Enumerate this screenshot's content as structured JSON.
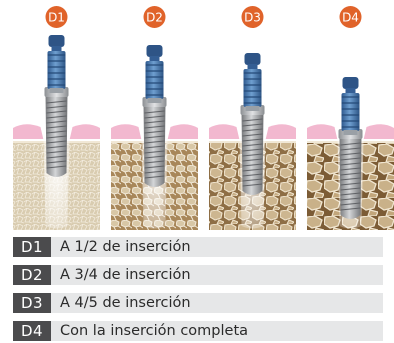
{
  "stages": [
    {
      "badge": "D1",
      "fraction": 0.5,
      "bone": "cortical-fine"
    },
    {
      "badge": "D2",
      "fraction": 0.75,
      "bone": "cancellous-medium"
    },
    {
      "badge": "D3",
      "fraction": 0.8,
      "bone": "cancellous-coarse"
    },
    {
      "badge": "D4",
      "fraction": 1.0,
      "bone": "cancellous-open"
    }
  ],
  "legend": [
    {
      "tag": "D1",
      "text": "A 1/2 de inserción"
    },
    {
      "tag": "D2",
      "text": "A 3/4 de inserción"
    },
    {
      "tag": "D3",
      "text": "A 4/5 de inserción"
    },
    {
      "tag": "D4",
      "text": "Con la inserción completa"
    }
  ],
  "colors": {
    "badge": "#e0632a",
    "gum": "#f2b8cf",
    "driver": "#3f6fa8",
    "implant": "#9a9ea3",
    "legend_tag": "#4b4b4d",
    "legend_row": "#e6e7e8"
  }
}
